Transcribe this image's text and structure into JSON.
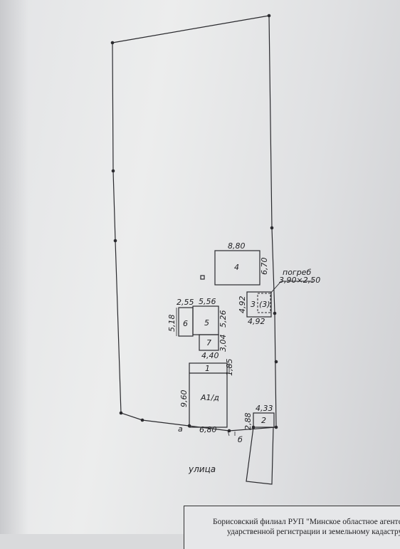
{
  "plan": {
    "buildings": [
      {
        "id": "4",
        "label": "4",
        "dims": [
          "8,80",
          "6,70"
        ]
      },
      {
        "id": "5",
        "label": "5",
        "dims": [
          "5,56",
          "5,26"
        ]
      },
      {
        "id": "6",
        "label": "6",
        "dims": [
          "2,55",
          "5,18"
        ]
      },
      {
        "id": "7",
        "label": "7",
        "dims": [
          "4,40",
          "3,04"
        ]
      },
      {
        "id": "3",
        "label": "3",
        "label2": "(3)",
        "dims": [
          "4,92",
          "4,92"
        ]
      },
      {
        "id": "1",
        "label": "1",
        "dims": [
          "1,85"
        ]
      },
      {
        "id": "a1d",
        "label": "А1/д",
        "dims": [
          "9,60",
          "6,80"
        ]
      },
      {
        "id": "2",
        "label": "2",
        "dims": [
          "4,33",
          "2,88"
        ]
      }
    ],
    "cellar": {
      "label": "погреб",
      "size": "3,90×2,50"
    },
    "point_a": "а",
    "point_b": "б",
    "street": "улица"
  },
  "footer": {
    "line1": "Борисовский филиал РУП \"Минское областное агентство п",
    "line2": "ударственной регистрации и земельному кадастру"
  }
}
